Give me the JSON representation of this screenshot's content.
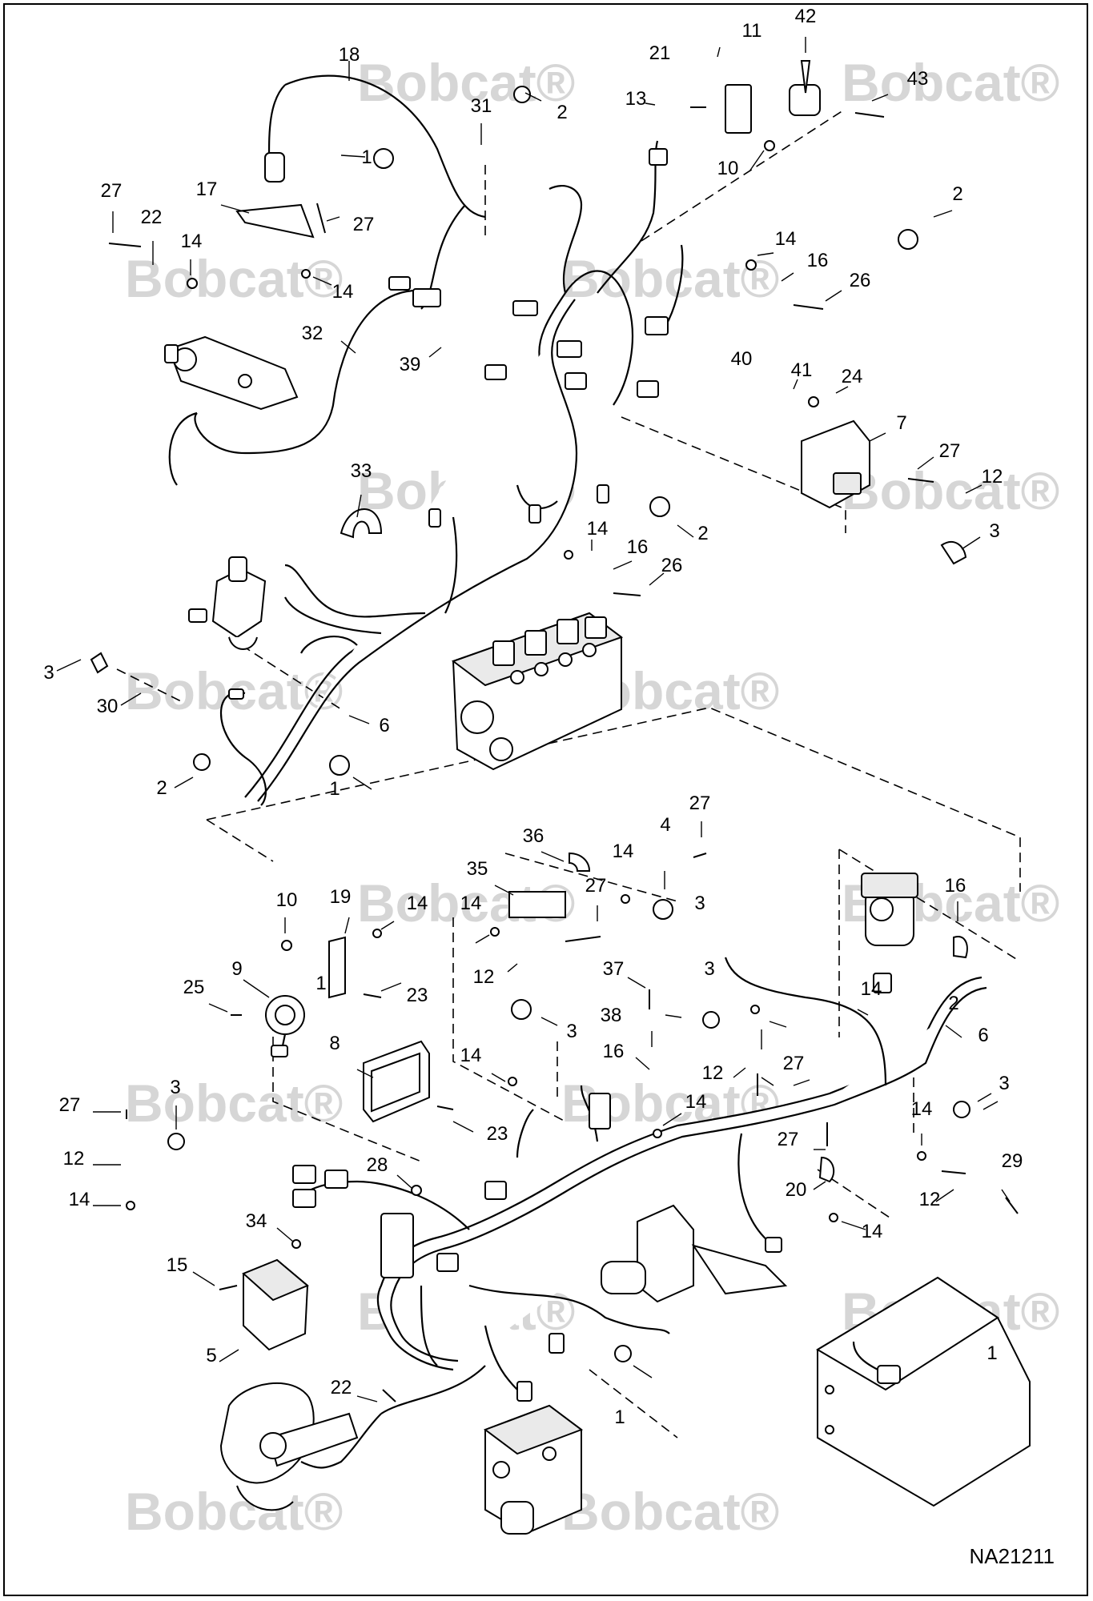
{
  "brand": {
    "watermark": "Bobcat",
    "registered": "®"
  },
  "figure_code": "NA21211",
  "callouts": [
    "1",
    "2",
    "3",
    "4",
    "5",
    "6",
    "7",
    "8",
    "9",
    "10",
    "11",
    "12",
    "13",
    "14",
    "15",
    "16",
    "17",
    "18",
    "19",
    "20",
    "21",
    "22",
    "23",
    "24",
    "25",
    "26",
    "27",
    "28",
    "29",
    "30",
    "31",
    "32",
    "33",
    "34",
    "35",
    "36",
    "37",
    "38",
    "39",
    "40",
    "41",
    "42",
    "43"
  ]
}
